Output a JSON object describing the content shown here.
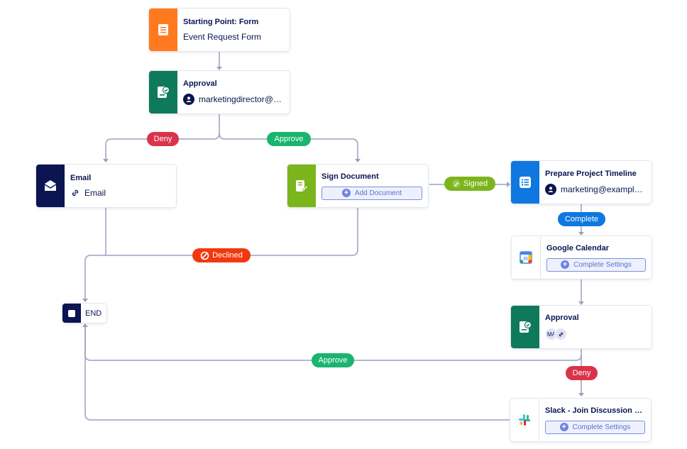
{
  "colors": {
    "wire": "#9aa0c4",
    "form_orange": "#ff7a1f",
    "approval_green": "#0f7a5b",
    "email_navy": "#0a1551",
    "sign_green": "#7bb51c",
    "timeline_blue": "#0e78e0",
    "deny_red": "#d9344a",
    "approve_green": "#19b56e",
    "declined_red": "#f2380f",
    "complete_blue": "#0e78e0"
  },
  "nodes": {
    "start": {
      "title": "Starting Point: Form",
      "subtitle": "Event Request Form",
      "icon": "form-icon"
    },
    "approval1": {
      "title": "Approval",
      "assignee": "marketingdirector@ex...",
      "icon": "approval-icon"
    },
    "email": {
      "title": "Email",
      "subtitle": "Email",
      "icon": "mail-icon"
    },
    "sign": {
      "title": "Sign Document",
      "button": "Add Document",
      "icon": "sign-icon"
    },
    "timeline": {
      "title": "Prepare Project Timeline",
      "assignee": "marketing@example.c...",
      "icon": "checklist-icon"
    },
    "gcal": {
      "title": "Google Calendar",
      "button": "Complete Settings",
      "icon": "google-calendar-icon"
    },
    "approval2": {
      "title": "Approval",
      "avatar_initials": "MA",
      "icon": "approval-icon"
    },
    "slack": {
      "title": "Slack - Join Discussion Grou...",
      "button": "Complete Settings",
      "icon": "slack-icon"
    },
    "end": {
      "label": "END"
    }
  },
  "labels": {
    "deny1": "Deny",
    "approve1": "Approve",
    "signed": "Signed",
    "declined": "Declined",
    "complete": "Complete",
    "approve2": "Approve",
    "deny2": "Deny"
  }
}
